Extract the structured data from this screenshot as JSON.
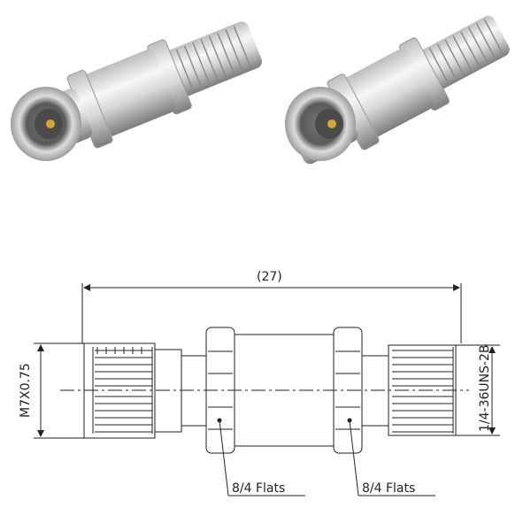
{
  "drawing": {
    "overall_length": "(27)",
    "left_thread": "M7X0.75",
    "right_thread": "1/4-36UNS-2B",
    "left_flats": "8/4 Flats",
    "right_flats": "8/4 Flats"
  },
  "colors": {
    "steel_light": "#f4f4f4",
    "steel_mid": "#c9c9c9",
    "steel_dark": "#8a8a8a",
    "gold": "#d4a53a",
    "line": "#222222"
  },
  "icons": {
    "left_photo": "adapter-photo",
    "right_photo": "adapter-photo"
  }
}
